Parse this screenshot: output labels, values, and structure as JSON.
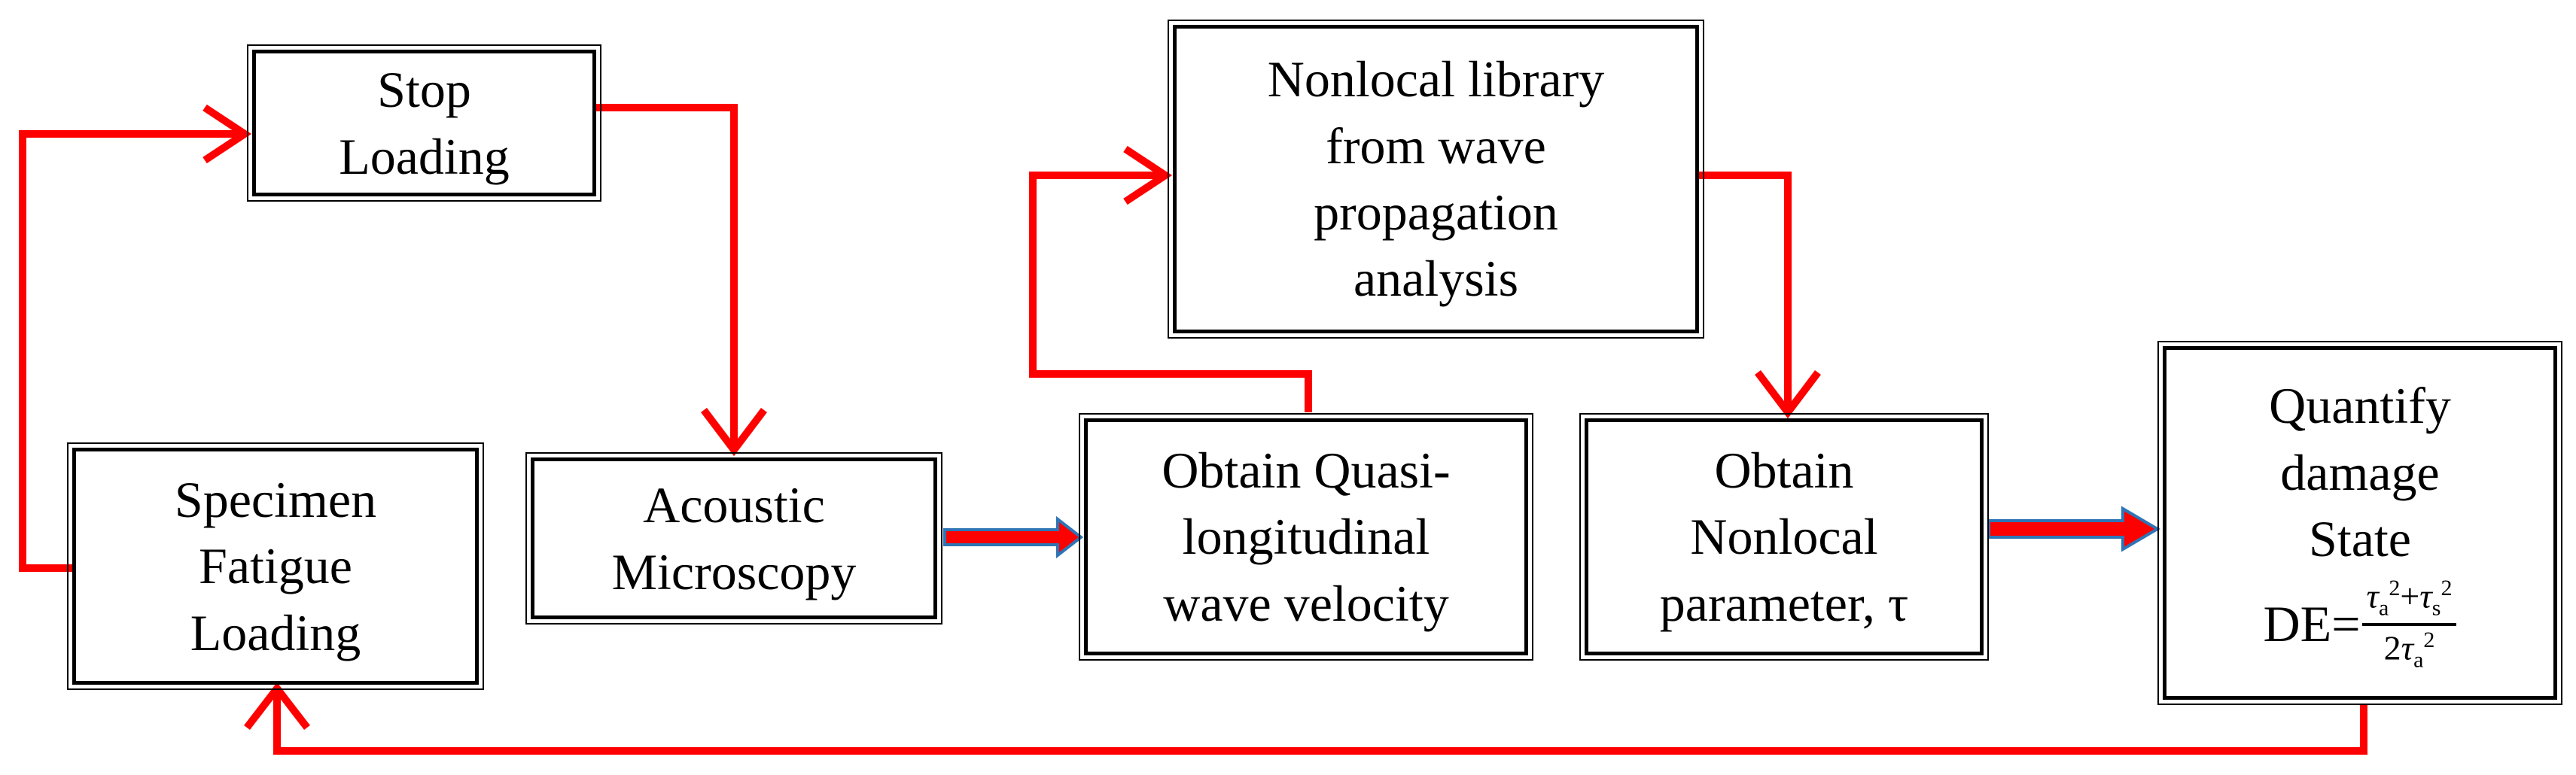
{
  "colors": {
    "arrow_red": "#ff0000",
    "arrow_blue": "#2e75b6",
    "box_border": "#000000",
    "text": "#000000",
    "background": "#ffffff"
  },
  "nodes": {
    "stop_loading": {
      "lines": [
        "Stop",
        "Loading"
      ]
    },
    "specimen_fatigue_loading": {
      "lines": [
        "Specimen",
        "Fatigue",
        "Loading"
      ]
    },
    "acoustic_microscopy": {
      "lines": [
        "Acoustic",
        "Microscopy"
      ]
    },
    "obtain_wave_velocity": {
      "lines": [
        "Obtain Quasi-",
        "longitudinal",
        "wave velocity"
      ]
    },
    "nonlocal_library": {
      "lines": [
        "Nonlocal library",
        "from wave",
        "propagation",
        "analysis"
      ]
    },
    "obtain_nonlocal_parameter": {
      "lines": [
        "Obtain",
        "Nonlocal",
        "parameter, τ"
      ]
    },
    "quantify_damage": {
      "lines": [
        "Quantify",
        "damage",
        "State"
      ],
      "formula": {
        "lhs": "DE=",
        "numerator": {
          "t1": "τ",
          "t1_sub": "a",
          "t1_sup": "2",
          "op": "+",
          "t2": "τ",
          "t2_sub": "s",
          "t2_sup": "2"
        },
        "denominator": {
          "coef": "2",
          "t": "τ",
          "t_sub": "a",
          "t_sup": "2"
        }
      }
    }
  },
  "edges": [
    {
      "from": "specimen_fatigue_loading",
      "to": "stop_loading",
      "style": "red"
    },
    {
      "from": "stop_loading",
      "to": "acoustic_microscopy",
      "style": "red"
    },
    {
      "from": "acoustic_microscopy",
      "to": "obtain_wave_velocity",
      "style": "blue-outlined-red"
    },
    {
      "from": "obtain_wave_velocity",
      "to": "nonlocal_library",
      "style": "red"
    },
    {
      "from": "nonlocal_library",
      "to": "obtain_nonlocal_parameter",
      "style": "red"
    },
    {
      "from": "obtain_nonlocal_parameter",
      "to": "quantify_damage",
      "style": "blue-outlined-red"
    },
    {
      "from": "quantify_damage",
      "to": "specimen_fatigue_loading",
      "style": "red"
    }
  ]
}
